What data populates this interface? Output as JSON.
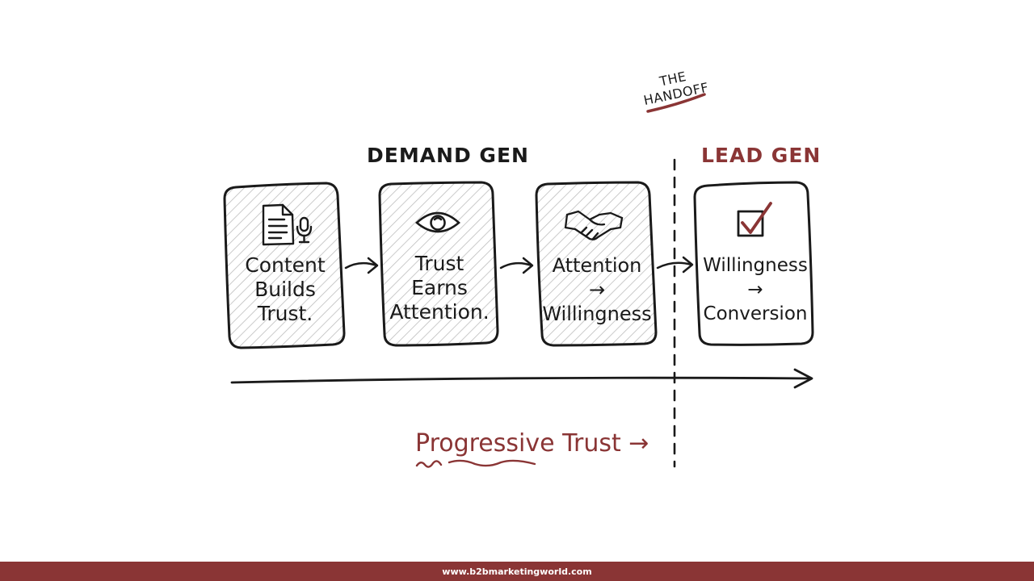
{
  "colors": {
    "ink": "#1a1a1a",
    "accent": "#8a3535",
    "footer": "#8a3535",
    "hatch": "#bdbdbd"
  },
  "handoff": {
    "line1": "THE",
    "line2": "HANDOFF"
  },
  "sections": {
    "demand": "DEMAND GEN",
    "lead": "LEAD GEN"
  },
  "cards": [
    {
      "icon": "document-mic-icon",
      "lines": [
        "Content",
        "Builds",
        "Trust."
      ]
    },
    {
      "icon": "eye-icon",
      "lines": [
        "Trust",
        "Earns",
        "Attention."
      ]
    },
    {
      "icon": "handshake-icon",
      "lines": [
        "Attention",
        "→",
        "Willingness"
      ]
    },
    {
      "icon": "checkbox-icon",
      "lines": [
        "Willingness",
        "→",
        "Conversion"
      ]
    }
  ],
  "progressive": {
    "label": "Progressive Trust →"
  },
  "footer": {
    "url": "www.b2bmarketingworld.com"
  }
}
